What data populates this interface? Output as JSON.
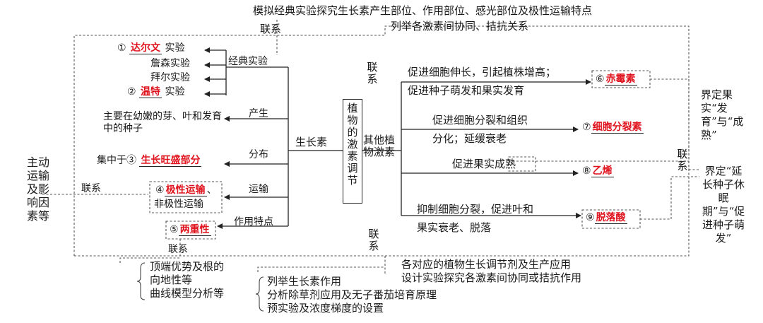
{
  "top_note_1": "模拟经典实验探究生长素产生部位、作用部位、感光部位及极性运输特点",
  "top_note_2": "列举各激素间协同、拮抗关系",
  "link": "联系",
  "center": "植物的激素调节",
  "auxin": {
    "node": "生长素",
    "classic_label": "经典实验",
    "exp_num_1": "①",
    "exp_name_1": "达尔文",
    "exp_suffix": "实验",
    "exp_2": "詹森实验",
    "exp_3": "拜尔实验",
    "exp_num_4": "②",
    "exp_name_4": "温特",
    "produce_label": "产生",
    "produce_text": "主要在幼嫩的芽、叶和发育中的种子",
    "distribute_label": "分布",
    "distribute_prefix": "集中于③",
    "distribute_answer": "生长旺盛部分",
    "transport_label": "运输",
    "transport_num": "④",
    "transport_answer": "极性运输",
    "transport_sep": "、",
    "transport_other": "非极性运输",
    "effect_label": "作用特点",
    "effect_num": "⑤",
    "effect_answer": "两重性"
  },
  "other": {
    "node": "其他植物激素",
    "h1_text_1": "促进细胞伸长，引起植株增高；",
    "h1_text_2": "促进种子萌发和果实发育",
    "h1_num": "⑥",
    "h1_answer": "赤霉素",
    "h2_text_1": "促进细胞分裂和组织",
    "h2_text_2": "分化；延缓衰老",
    "h2_num": "⑦",
    "h2_answer": "细胞分裂素",
    "h3_text": "促进果实成熟",
    "h3_num": "⑧",
    "h3_answer": "乙烯",
    "h4_text_1": "抑制细胞分裂，促进叶和",
    "h4_text_2": "果实衰老、脱落",
    "h4_num": "⑨",
    "h4_answer": "脱落酸"
  },
  "left_note": "主动运输及影响因素等",
  "right_note_1": "界定果实“发育”与“成熟”",
  "right_note_2": "界定“延长种子休眠期”与“促进种子萌发”",
  "bottom_left_1": "顶端优势及根的",
  "bottom_left_2": "向地性等",
  "bottom_left_3": "曲线模型分析等",
  "bottom_mid_1": "列举生长素作用",
  "bottom_mid_2": "分析除草剂应用及无子番茄培育原理",
  "bottom_mid_3": "预实验及浓度梯度的设置",
  "bottom_right_1": "各对应的植物生长调节剂及生产应用",
  "bottom_right_2": "设计实验探究各激素间协同或拮抗作用"
}
